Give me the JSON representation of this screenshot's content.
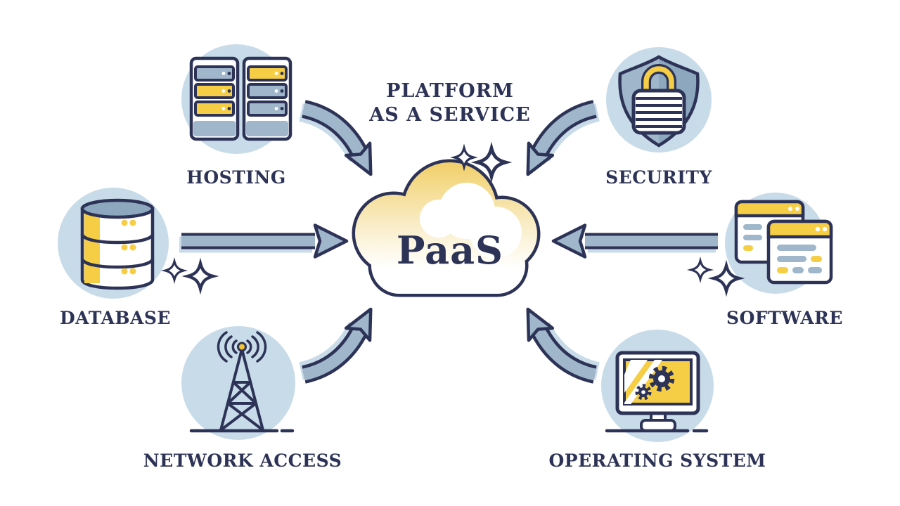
{
  "title": {
    "line1": "PLATFORM",
    "line2": "AS A SERVICE"
  },
  "cloud": {
    "label": "PaaS",
    "icon": "cloud-icon"
  },
  "nodes": {
    "hosting": {
      "label": "HOSTING",
      "icon": "server-towers-icon"
    },
    "security": {
      "label": "SECURITY",
      "icon": "shield-padlock-icon"
    },
    "database": {
      "label": "DATABASE",
      "icon": "database-stack-icon"
    },
    "software": {
      "label": "SOFTWARE",
      "icon": "app-windows-icon"
    },
    "network_access": {
      "label": "NETWORK ACCESS",
      "icon": "radio-tower-icon"
    },
    "operating_system": {
      "label": "OPERATING SYSTEM",
      "icon": "monitor-gears-icon"
    }
  },
  "colors": {
    "navy": "#2d3356",
    "steel": "#9fb6cb",
    "steel_dark": "#8da7bf",
    "circle": "#c8dbe9",
    "yellow": "#f6ce45",
    "gold": "#f2c636",
    "shadow": "#c9dbe9",
    "cloud_top": "#f1d06c"
  }
}
